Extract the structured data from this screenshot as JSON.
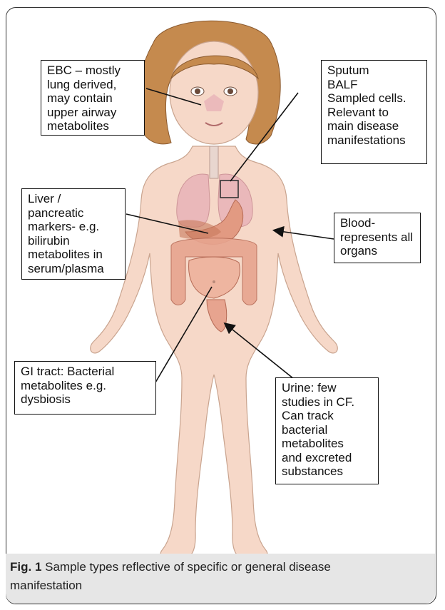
{
  "figure": {
    "caption": {
      "label": "Fig. 1",
      "line1": "Sample types reflective of specific or general disease",
      "line2": "manifestation"
    }
  },
  "callouts": {
    "ebc": [
      "EBC – mostly",
      "lung derived,",
      "may contain",
      "upper airway",
      "metabolites"
    ],
    "sputum": [
      "Sputum",
      "BALF",
      "Sampled cells.",
      "Relevant to",
      "main disease",
      "manifestations"
    ],
    "liver": [
      "Liver /",
      "pancreatic",
      "markers- e.g.",
      "bilirubin",
      "metabolites in",
      "serum/plasma"
    ],
    "blood": [
      "Blood-",
      "represents all",
      "organs"
    ],
    "gi": [
      "GI tract: Bacterial",
      "metabolites e.g.",
      "dysbiosis"
    ],
    "urine": [
      "Urine: few",
      "studies in CF.",
      "Can track",
      "bacterial",
      "metabolites",
      "and excreted",
      "substances"
    ]
  },
  "colors": {
    "skin": "#f6d8c8",
    "skin_outline": "#c9a48f",
    "hair": "#c58a4e",
    "lung": "#e8b3b8",
    "stomach": "#e29a82",
    "intestine": "#e7a48f",
    "frame_border": "#333333",
    "caption_bg": "#e6e6e6"
  }
}
